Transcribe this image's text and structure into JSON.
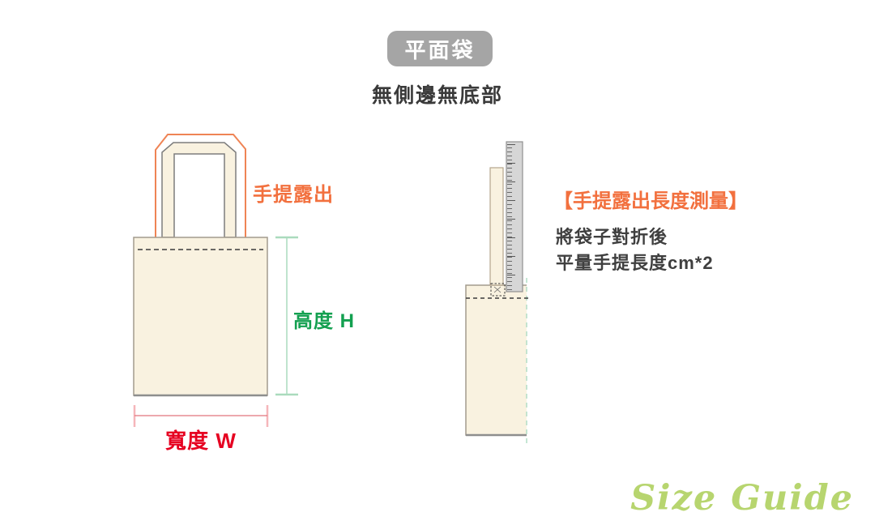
{
  "header": {
    "badge_label": "平面袋",
    "subtitle": "無側邊無底部"
  },
  "front_diagram": {
    "handle_exposure_label": "手提露出",
    "height_label": "高度 H",
    "width_label": "寬度 W"
  },
  "side_diagram": {
    "measure_title": "【手提露出長度測量】",
    "instruction_line1": "將袋子對折後",
    "instruction_line2": "平量手提長度cm*2"
  },
  "footer": {
    "brand_script": "Size Guide"
  },
  "colors": {
    "accent_orange": "#f2703e",
    "handle_outline_orange": "#ef8455",
    "accent_green": "#13a050",
    "light_green_line": "#aadbbd",
    "fold_dash_green": "#b2ddc6",
    "accent_red": "#e60021",
    "light_pink_tick": "#f6b6ba",
    "width_line_red": "#e2757d",
    "badge_gray": "#a5a5a5",
    "bag_fill_cream": "#f9f2e0",
    "bag_border": "#a39b8d",
    "ruler_gray": "#d6d6d6",
    "text_dark": "#3a3a3a",
    "script_green": "#b7d56f"
  }
}
